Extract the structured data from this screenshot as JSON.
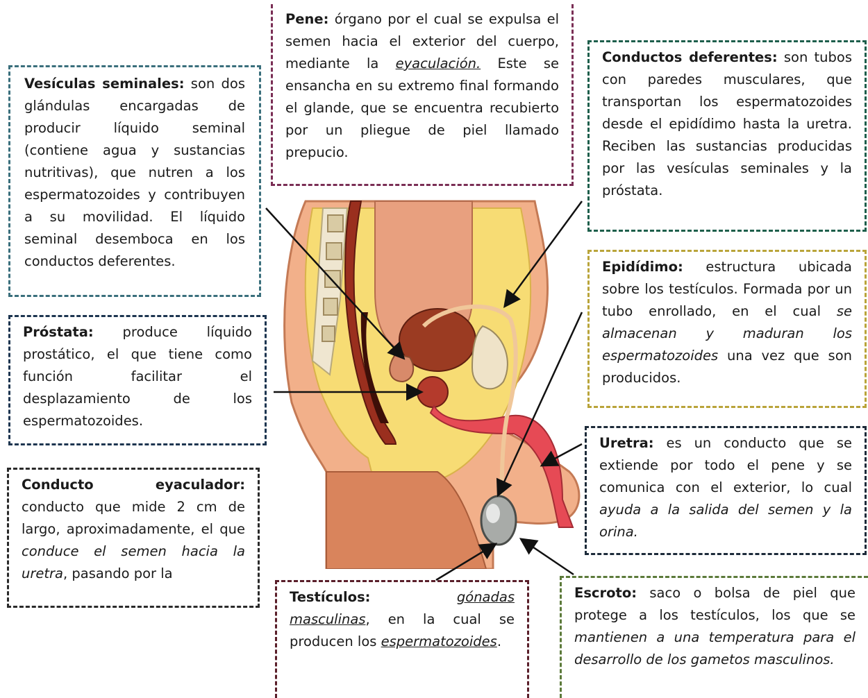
{
  "vesiculas": {
    "label": "Vesículas seminales:",
    "text1": " son dos glándulas encargadas de producir líquido seminal (contiene agua y sustancias nutritivas), que nutren a los espermatozoides y contribuyen a su movilidad. El líquido seminal desemboca en los conductos deferentes."
  },
  "prostata": {
    "label": "Próstata:",
    "text1": " produce líquido prostático, el que tiene como función facilitar el desplazamiento de los espermatozoides."
  },
  "eyaculador": {
    "label": "Conducto eyaculador:",
    "text1": " conducto que mide 2 cm de largo, aproximadamente, el que ",
    "italic": "conduce el semen hacia la uretra",
    "text2": ", pasando por la"
  },
  "pene": {
    "label": "Pene:",
    "text1": " órgano por el cual se expulsa el semen hacia el exterior del cuerpo, mediante la ",
    "underlined": "eyaculación.",
    "text2": " Este se ensancha en su extremo final formando el glande, que se encuentra recubierto por un pliegue de piel llamado prepucio."
  },
  "deferentes": {
    "label": "Conductos deferentes:",
    "text1": " son tubos con paredes musculares, que transportan los espermatozoides desde el epidídimo hasta la uretra. Reciben las sustancias producidas por las vesículas seminales y la próstata."
  },
  "epididimo": {
    "label": "Epidídimo:",
    "text1": " estructura ubicada sobre los testículos. Formada por un tubo enrollado, en el cual ",
    "italic": "se almacenan y maduran los espermatozoides",
    "text2": " una vez que son producidos."
  },
  "uretra": {
    "label": "Uretra:",
    "text1": " es un conducto que se extiende por todo el pene y se comunica con el exterior, lo cual ",
    "italic": "ayuda a la salida del semen y la orina."
  },
  "testiculos": {
    "label": "Testículos:",
    "underlined1": "gónadas masculinas",
    "text1": ", en la cual se producen los ",
    "underlined2": "espermatozoides",
    "text2": "."
  },
  "escroto": {
    "label": "Escroto:",
    "text1": " saco o bolsa de piel que protege a los testículos, los que se ",
    "italic": "mantienen a una temperatura para el desarrollo de los gametos masculinos."
  }
}
